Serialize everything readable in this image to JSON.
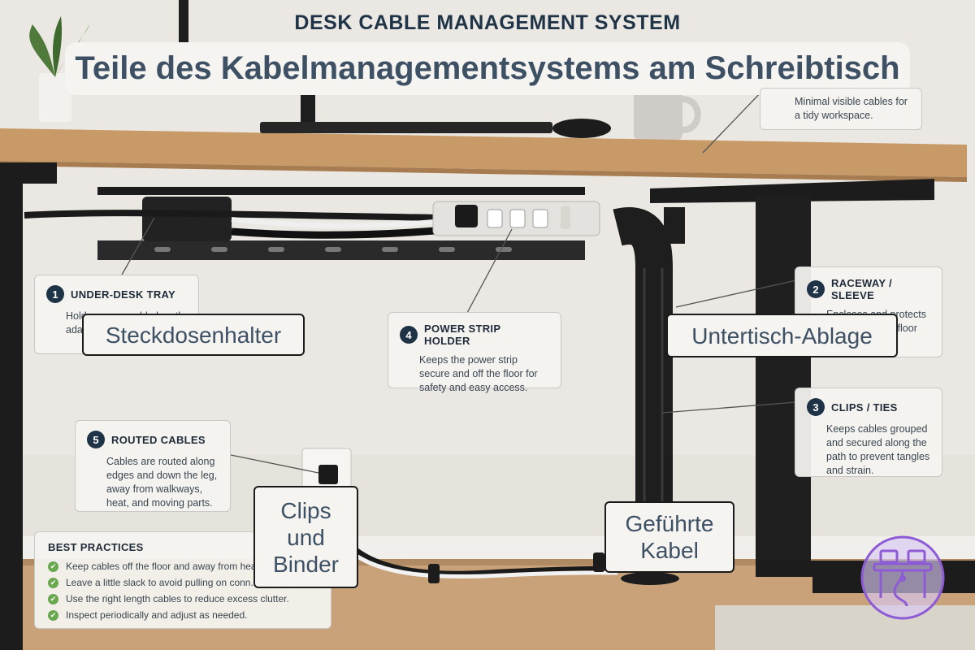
{
  "header": {
    "title": "DESK CABLE MANAGEMENT SYSTEM",
    "banner": "Teile des Kabelmanagementsystems am Schreibtisch"
  },
  "callouts": [
    {
      "number": "1",
      "title": "UNDER-DESK TRAY",
      "text": "Holds excess cable length ada... sup..."
    },
    {
      "number": "2",
      "title": "RACEWAY / SLEEVE",
      "text": "Encloses and protects ...un from ...the floor"
    },
    {
      "number": "3",
      "title": "CLIPS / TIES",
      "text": "Keeps cables grouped and secured along the path to prevent tangles and strain."
    },
    {
      "number": "4",
      "title": "POWER STRIP HOLDER",
      "text": "Keeps the power strip secure and off the floor for safety and easy access."
    },
    {
      "number": "5",
      "title": "ROUTED CABLES",
      "text": "Cables are routed along edges and down the leg, away from walkways, heat, and moving parts."
    }
  ],
  "top_note": "Minimal visible cables for a tidy workspace.",
  "overlay_labels": {
    "steckdosenhalter": "Steckdosenhalter",
    "untertisch": "Untertisch-Ablage",
    "clips": "Clips und Binder",
    "gefuehrte": "Geführte Kabel"
  },
  "best_practices": {
    "title": "BEST PRACTICES",
    "items": [
      "Keep cables off the floor and away from hea...",
      "Leave a little slack to avoid pulling on conn...",
      "Use the right length cables to reduce excess clutter.",
      "Inspect periodically and adjust as needed."
    ]
  },
  "colors": {
    "desk_top": "#c89a68",
    "frame": "#1c1c1c",
    "accent_navy": "#1f3347",
    "logo": "#8e5bd6"
  }
}
